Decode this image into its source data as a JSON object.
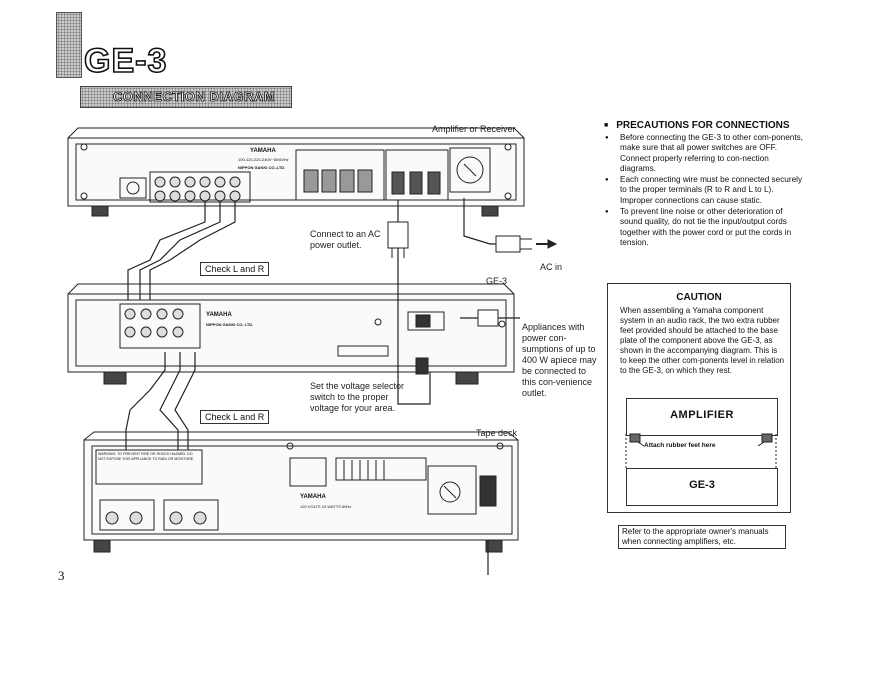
{
  "header": {
    "model": "GE-3",
    "section_title": "CONNECTION DIAGRAM"
  },
  "diagram": {
    "amplifier_label": "Amplifier or Receiver",
    "ge3_label": "GE-3",
    "tape_label": "Tape deck",
    "check_lr_1": "Check L and R",
    "check_lr_2": "Check L and R",
    "connect_ac": "Connect to an AC power outlet.",
    "ac_in": "AC in",
    "appliances_note": "Appliances with power con-sumptions of up to 400 W apiece may be connected to this con-venience outlet.",
    "voltage_note": "Set the voltage selector switch to the proper voltage for your area.",
    "amp_brand": "YAMAHA",
    "amp_maker": "NIPPON GAKKI CO.,LTD.",
    "amp_rating": "100-120-220-240V~50/60Hz",
    "ge3_brand": "YAMAHA",
    "ge3_maker": "NIPPON GAKKI CO. LTD.",
    "tape_brand": "YAMAHA",
    "tape_rating": "120 VOLTS 10 WATTS 60Hz",
    "tape_warning": "WARNING: TO PREVENT FIRE OR SHOCK HAZARD, DO NOT EXPOSE THIS APPLIANCE TO RAIN OR MOISTURE."
  },
  "precautions": {
    "title": "PRECAUTIONS FOR CONNECTIONS",
    "items": [
      "Before connecting the GE-3 to other com-ponents, make sure that all power switches are OFF. Connect properly referring to con-nection diagrams.",
      "Each connecting wire must be connected securely to the proper terminals (R to R and L to L). Improper connections can cause static.",
      "To prevent line noise or other deterioration of sound quality, do not tie the input/output cords together with the power cord or put the cords in tension."
    ]
  },
  "caution": {
    "title": "CAUTION",
    "text": "When assembling a Yamaha component system in an audio rack, the two extra rubber feet provided should be attached to the base plate of the component above the GE-3, as shown in the accompanying diagram. This is to keep the other com-ponents level in relation to the GE-3, on which they rest.",
    "amplifier_label": "AMPLIFIER",
    "rubber_label": "Attach rubber feet here",
    "ge3_label": "GE-3"
  },
  "refer_note": "Refer to the appropriate owner's manuals when connecting amplifiers, etc.",
  "page_number": "3"
}
